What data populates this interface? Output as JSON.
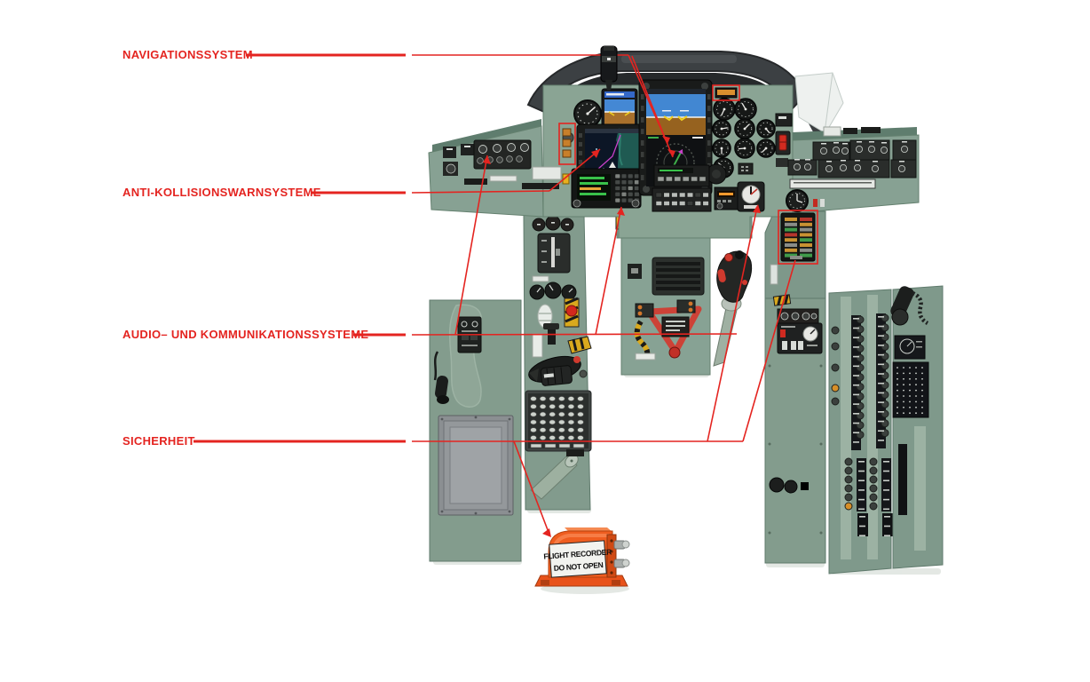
{
  "diagram": {
    "callouts": [
      {
        "id": "navigation",
        "label": "NAVIGATIONSSYSTEM"
      },
      {
        "id": "anti-collision",
        "label": "ANTI-KOLLISIONSWARNSYSTEME"
      },
      {
        "id": "audio-comms",
        "label": "AUDIO– UND KOMMUNIKATIONSSYSTEME"
      },
      {
        "id": "safety",
        "label": "SICHERHEIT"
      }
    ],
    "flight_recorder": {
      "line1": "FLIGHT RECORDER",
      "line2": "DO NOT OPEN"
    },
    "colors": {
      "callout_red": "#e42420",
      "highlight_red": "#e42420",
      "panel_green": "#86a093",
      "panel_green_dark": "#64806f",
      "recorder_orange": "#ee5c1e",
      "display_dark": "#14161a",
      "sky_blue": "#3f86d2",
      "ground_brown": "#96621f"
    }
  }
}
